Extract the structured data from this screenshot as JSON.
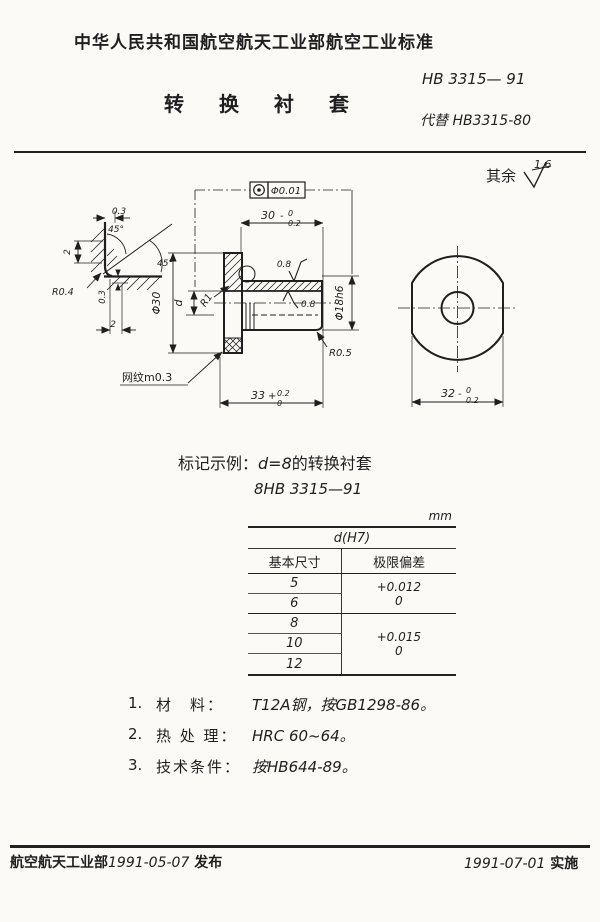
{
  "header": {
    "standard_org_line": "中华人民共和国航空航天工业部航空工业标准",
    "standard_no": "HB 3315— 91",
    "title": "转 换 衬 套",
    "replaces": "代替 HB3315-80"
  },
  "surface_note": {
    "label": "其余",
    "value": "1.6"
  },
  "drawing": {
    "tolerance_frame": "Φ0.01",
    "detail": {
      "dim_top": "0.3",
      "angle": "45°",
      "dim_left": "2",
      "radius": "R0.4",
      "dim_side": "0.3",
      "dim_bottom": "2"
    },
    "main": {
      "len_body": {
        "v": "30",
        "sign": "-",
        "up": "0",
        "dn": "0.2"
      },
      "len_total": {
        "v": "33",
        "sign": "+",
        "up": "0.2",
        "dn": "0"
      },
      "dia_flange": "Φ30",
      "dia_bore": "d",
      "dia_body": "Φ18h6",
      "r1": "R1",
      "r05": "R0.5",
      "knurl": "网纹m0.3",
      "finish": "0.8"
    },
    "end_view": {
      "width": {
        "v": "32",
        "sign": "-",
        "up": "0",
        "dn": "0.2"
      }
    }
  },
  "marking": {
    "label": "标记示例：",
    "code": "d=8",
    "suffix": "的转换衬套",
    "line2": "8HB 3315—91"
  },
  "table": {
    "unit": "mm",
    "span_header": "d(H7)",
    "col_basic": "基本尺寸",
    "col_dev": "极限偏差",
    "groups": [
      {
        "sizes": [
          "5",
          "6"
        ],
        "dev_up": "+0.012",
        "dev_dn": "0"
      },
      {
        "sizes": [
          "8",
          "10",
          "12"
        ],
        "dev_up": "+0.015",
        "dev_dn": "0"
      }
    ]
  },
  "notes": [
    {
      "no": "1.",
      "label": "材　料：",
      "text": "T12A钢，按GB1298-86。"
    },
    {
      "no": "2.",
      "label": "热 处 理：",
      "text": "HRC 60~64。"
    },
    {
      "no": "3.",
      "label": "技术条件：",
      "text": "按HB644-89。"
    }
  ],
  "footer": {
    "issuer": "航空航天工业部",
    "issue_date": "1991-05-07",
    "issue_label": "发布",
    "impl_date": "1991-07-01",
    "impl_label": "实施"
  }
}
